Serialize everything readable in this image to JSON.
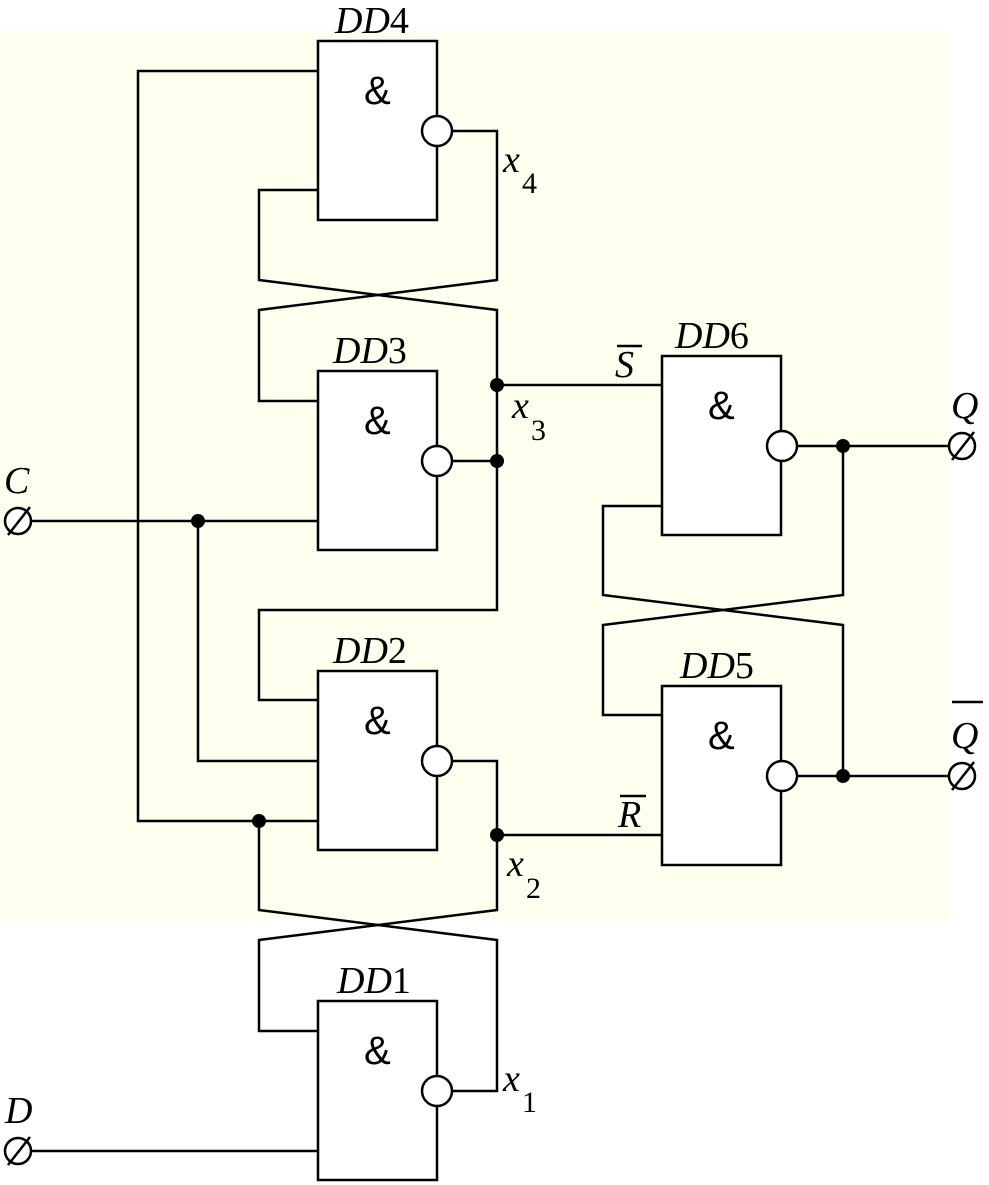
{
  "gates": {
    "dd1": {
      "name": "DD",
      "num": "1",
      "symbol": "&"
    },
    "dd2": {
      "name": "DD",
      "num": "2",
      "symbol": "&"
    },
    "dd3": {
      "name": "DD",
      "num": "3",
      "symbol": "&"
    },
    "dd4": {
      "name": "DD",
      "num": "4",
      "symbol": "&"
    },
    "dd5": {
      "name": "DD",
      "num": "5",
      "symbol": "&"
    },
    "dd6": {
      "name": "DD",
      "num": "6",
      "symbol": "&"
    }
  },
  "nodes": {
    "x1": {
      "var": "x",
      "sub": "1"
    },
    "x2": {
      "var": "x",
      "sub": "2"
    },
    "x3": {
      "var": "x",
      "sub": "3"
    },
    "x4": {
      "var": "x",
      "sub": "4"
    }
  },
  "signals": {
    "s_bar": "S",
    "r_bar": "R"
  },
  "terminals": {
    "c": "C",
    "d": "D",
    "q": "Q",
    "q_bar": "Q"
  }
}
